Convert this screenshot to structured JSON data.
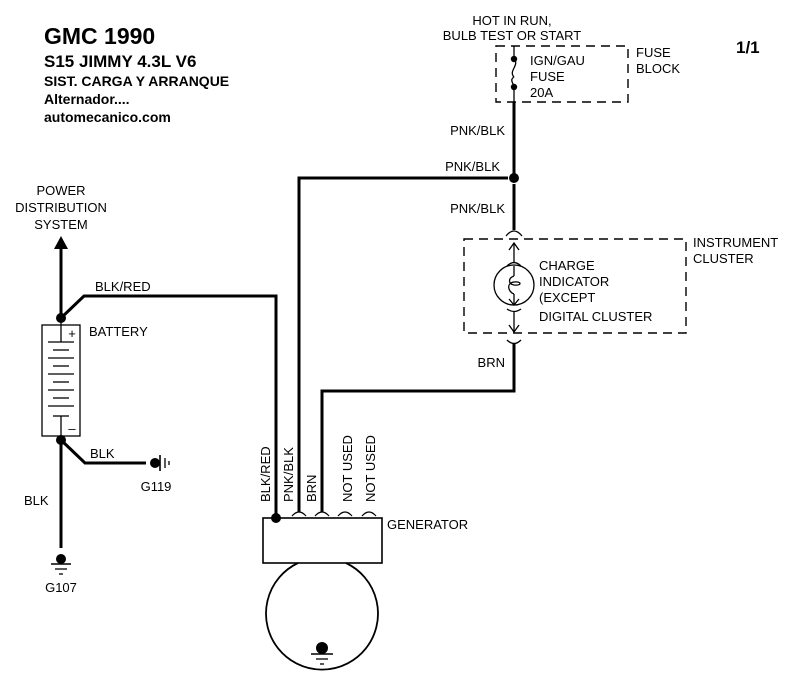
{
  "header": {
    "title": "GMC 1990",
    "model": "S15 JIMMY  4.3L  V6",
    "system": "SIST. CARGA Y ARRANQUE",
    "section": "Alternador....",
    "website": "automecanico.com",
    "page_indicator": "1/1"
  },
  "fuse_block": {
    "supply_line1": "HOT IN RUN,",
    "supply_line2": "BULB TEST OR START",
    "fuse_name": "IGN/GAU",
    "fuse_type": "FUSE",
    "fuse_rating": "20A",
    "block_label_line1": "FUSE",
    "block_label_line2": "BLOCK"
  },
  "instrument_cluster": {
    "label_line1": "INSTRUMENT",
    "label_line2": "CLUSTER",
    "indicator_line1": "CHARGE",
    "indicator_line2": "INDICATOR",
    "indicator_line3": "(EXCEPT",
    "indicator_line4": "DIGITAL CLUSTER"
  },
  "power_distribution": {
    "line1": "POWER",
    "line2": "DISTRIBUTION",
    "line3": "SYSTEM"
  },
  "battery": {
    "label": "BATTERY",
    "positive": "+",
    "negative": "–"
  },
  "wires": {
    "fuse_to_splice": "PNK/BLK",
    "splice_to_generator": "PNK/BLK",
    "splice_to_cluster": "PNK/BLK",
    "cluster_to_generator": "BRN",
    "battery_positive": "BLK/RED",
    "battery_to_g119": "BLK",
    "battery_to_g107": "BLK"
  },
  "grounds": {
    "g119": "G119",
    "g107": "G107"
  },
  "generator": {
    "label": "GENERATOR",
    "terminals": [
      "BLK/RED",
      "PNK/BLK",
      "BRN",
      "NOT USED",
      "NOT USED"
    ]
  }
}
